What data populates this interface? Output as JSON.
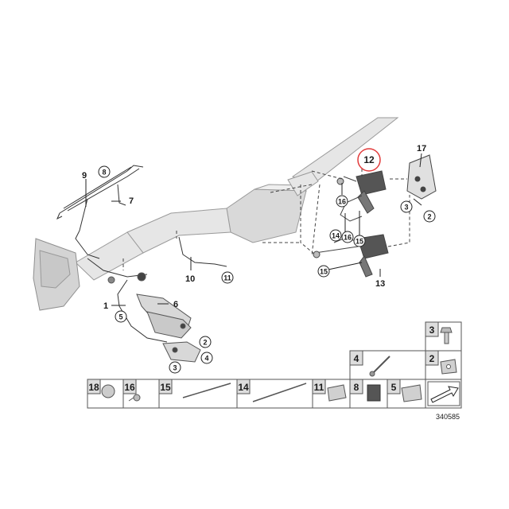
{
  "diagram": {
    "callouts": {
      "c1": "1",
      "c2a": "2",
      "c2b": "2",
      "c3a": "3",
      "c3b": "3",
      "c4": "4",
      "c5": "5",
      "c6": "6",
      "c7": "7",
      "c8": "8",
      "c9": "9",
      "c10": "10",
      "c11": "11",
      "c12": "12",
      "c13": "13",
      "c14": "14",
      "c15a": "15",
      "c15b": "15",
      "c16": "16",
      "c17": "17"
    },
    "highlight_color": "#e23b3b",
    "reference_number": "340585"
  },
  "parts_table": {
    "cells": {
      "p18": "18",
      "p16": "16",
      "p15": "15",
      "p14": "14",
      "p11": "11",
      "p8": "8",
      "p5": "5",
      "p4": "4",
      "p2": "2",
      "p3": "3"
    }
  }
}
